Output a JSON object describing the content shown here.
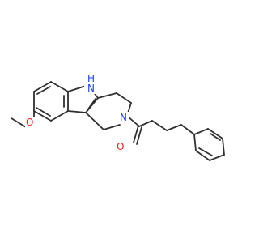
{
  "molecule": {
    "atoms": [
      {
        "id": "nh",
        "label": "N",
        "sublabel": "H",
        "color": "#1a3fff"
      },
      {
        "id": "n2",
        "label": "N",
        "color": "#1a3fff"
      },
      {
        "id": "o_carbonyl",
        "label": "O",
        "color": "#ff1a1a"
      },
      {
        "id": "o_methoxy",
        "label": "O",
        "color": "#ff1a1a"
      }
    ],
    "bond_color": "#303030"
  }
}
